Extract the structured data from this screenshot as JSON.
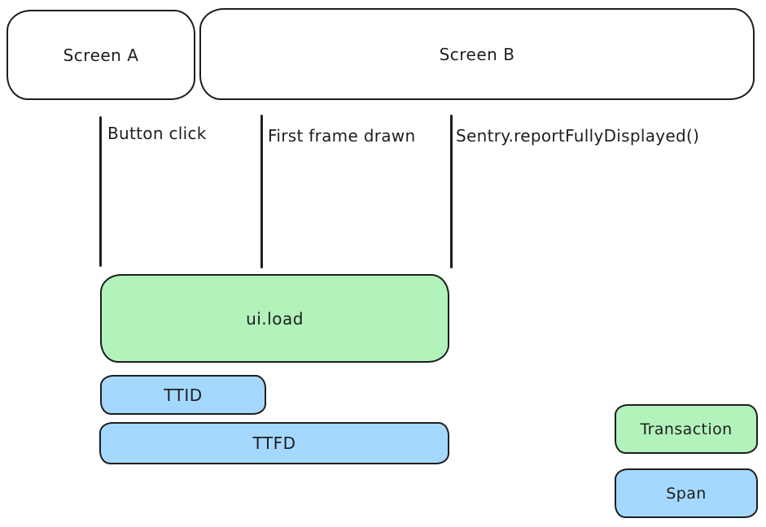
{
  "diagram": {
    "title": "screen-load-tracing-timeline",
    "screens": [
      {
        "label": "Screen A"
      },
      {
        "label": "Screen B"
      }
    ],
    "events": [
      {
        "label": "Button click"
      },
      {
        "label": "First frame drawn"
      },
      {
        "label": "Sentry.reportFullyDisplayed()"
      }
    ],
    "bars": [
      {
        "label": "ui.load",
        "kind": "transaction"
      },
      {
        "label": "TTID",
        "kind": "span"
      },
      {
        "label": "TTFD",
        "kind": "span"
      }
    ],
    "legend": [
      {
        "label": "Transaction",
        "color": "#b2f2bb"
      },
      {
        "label": "Span",
        "color": "#a5d8ff"
      }
    ],
    "colors": {
      "transaction_fill": "#b2f2bb",
      "span_fill": "#a5d8ff",
      "stroke": "#1e1e1e",
      "background": "#ffffff"
    }
  }
}
